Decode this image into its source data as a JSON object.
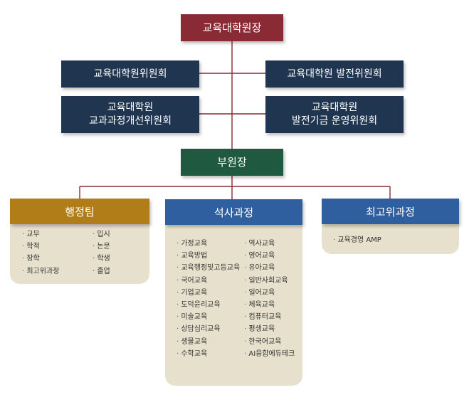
{
  "dean": "교육대학원장",
  "committees": {
    "left_top": "교육대학원위원회",
    "right_top": "교육대학원 발전위원회",
    "left_bottom": [
      "교육대학원",
      "교과과정개선위원회"
    ],
    "right_bottom": [
      "교육대학원",
      "발전기금 운영위원회"
    ]
  },
  "vice_dean": "부원장",
  "admin_team": {
    "title": "행정팀",
    "col1": [
      "교무",
      "학적",
      "장학",
      "최고위과정"
    ],
    "col2": [
      "입시",
      "논문",
      "학생",
      "졸업"
    ]
  },
  "masters": {
    "title": "석사과정",
    "col1": [
      "가정교육",
      "교육방법",
      "교육행정및고등교육",
      "국어교육",
      "기업교육",
      "도덕윤리교육",
      "미술교육",
      "상담심리교육",
      "생물교육",
      "수학교육"
    ],
    "col2": [
      "역사교육",
      "영어교육",
      "유아교육",
      "일반사회교육",
      "일어교육",
      "체육교육",
      "컴퓨터교육",
      "평생교육",
      "한국어교육",
      "AI융합에듀테크"
    ]
  },
  "executive": {
    "title": "최고위과정",
    "items": [
      "교육경영 AMP"
    ]
  },
  "colors": {
    "dean": "#8a2a35",
    "committee": "#1f3550",
    "vice_dean": "#1f5a40",
    "admin_header": "#b07d18",
    "program_header": "#2f5f9e",
    "panel": "#e7e0cd",
    "connector": "#8a2a35"
  }
}
